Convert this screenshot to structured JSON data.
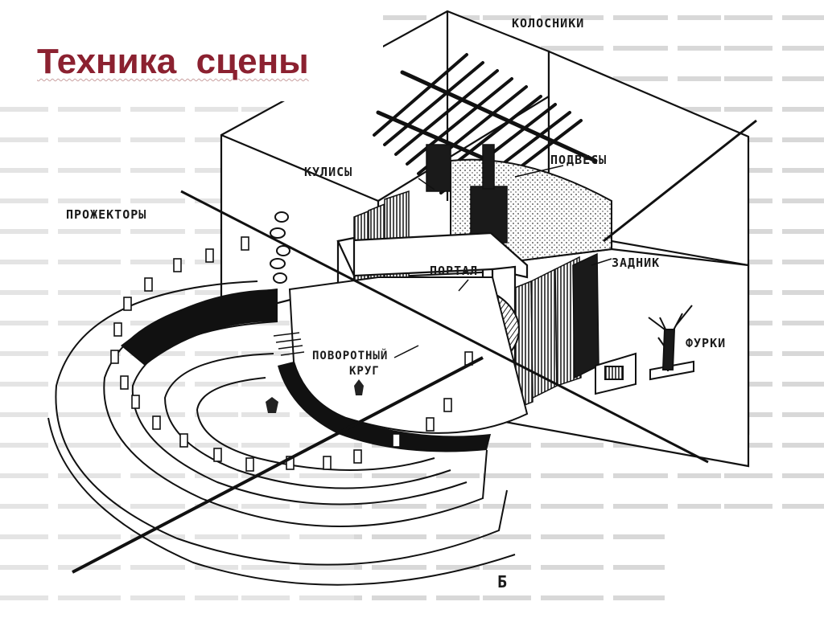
{
  "slide": {
    "title": "Техника  сцены"
  },
  "diagram": {
    "labels": {
      "kolosniki": "КОЛОСНИКИ",
      "kulisy": "КУЛИСЫ",
      "podvesy": "ПОДВЕСЫ",
      "prozhektory": "ПРОЖЕКТОРЫ",
      "portal": "ПОРТАЛ",
      "zadnik": "ЗАДНИК",
      "povorotny_line1": "ПОВОРОТНЫЙ",
      "povorotny_line2": "КРУГ",
      "furki": "ФУРКИ",
      "figure_letter": "Б"
    }
  }
}
